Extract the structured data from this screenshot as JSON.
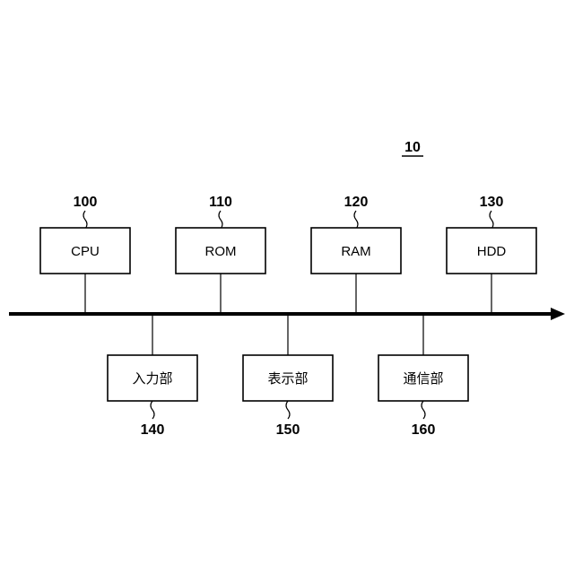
{
  "system": {
    "ref": "10"
  },
  "top_components": [
    {
      "name": "cpu",
      "label": "CPU",
      "ref": "100"
    },
    {
      "name": "rom",
      "label": "ROM",
      "ref": "110"
    },
    {
      "name": "ram",
      "label": "RAM",
      "ref": "120"
    },
    {
      "name": "hdd",
      "label": "HDD",
      "ref": "130"
    }
  ],
  "bottom_components": [
    {
      "name": "input-unit",
      "label": "入力部",
      "ref": "140"
    },
    {
      "name": "display-unit",
      "label": "表示部",
      "ref": "150"
    },
    {
      "name": "communication-unit",
      "label": "通信部",
      "ref": "160"
    }
  ]
}
